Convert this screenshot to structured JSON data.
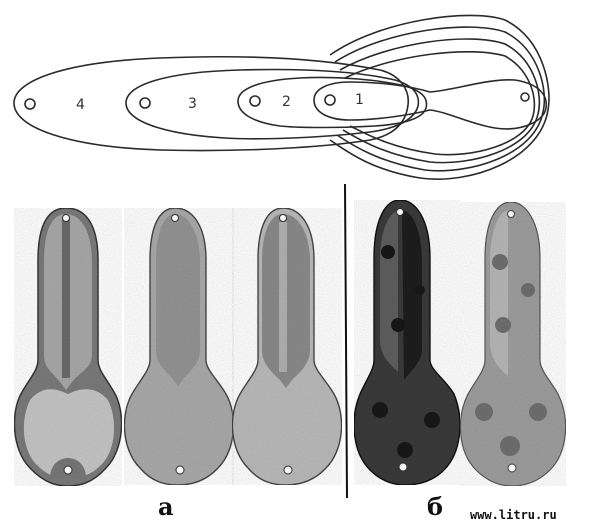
{
  "top_diagram": {
    "spoon_numbers": [
      "4",
      "3",
      "2",
      "1"
    ]
  },
  "captions": {
    "group_a": "а",
    "group_b": "б"
  },
  "watermark": "www.litru.ru",
  "colors": {
    "outline": "#222222",
    "stripe_dark": "#6e6e6e",
    "body_mid": "#9c9c9c",
    "body_light": "#c8c8c8",
    "spot_dark": "#2a2a2a"
  }
}
